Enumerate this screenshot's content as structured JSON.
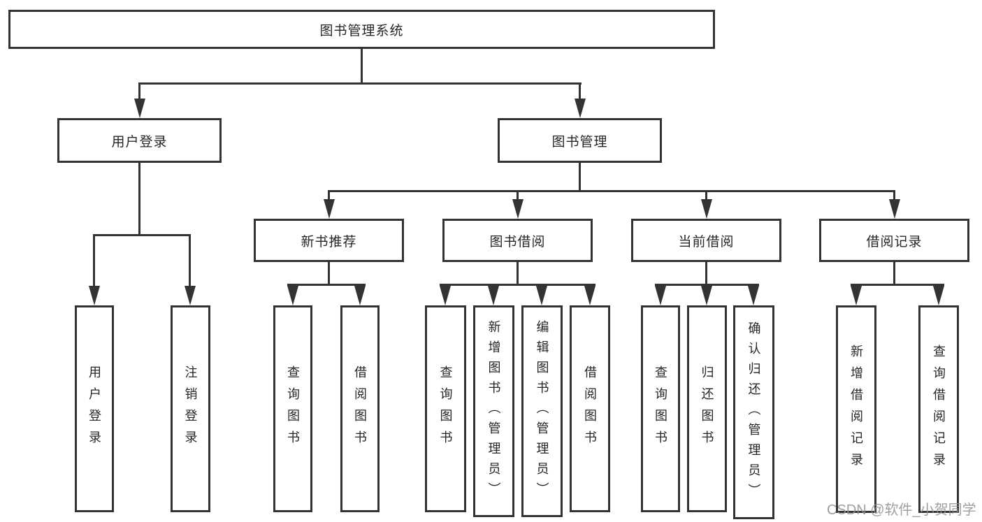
{
  "diagram": {
    "title": "图书管理系统",
    "root": "图书管理系统",
    "branches": [
      {
        "label": "用户登录",
        "children": [
          "用户登录",
          "注销登录"
        ]
      },
      {
        "label": "图书管理",
        "children": [
          {
            "label": "新书推荐",
            "children": [
              "查询图书",
              "借阅图书"
            ]
          },
          {
            "label": "图书借阅",
            "children": [
              "查询图书",
              "新增图书（管理员）",
              "编辑图书（管理员）",
              "借阅图书"
            ]
          },
          {
            "label": "当前借阅",
            "children": [
              "查询图书",
              "归还图书",
              "确认归还（管理员）"
            ]
          },
          {
            "label": "借阅记录",
            "children": [
              "新增借阅记录",
              "查询借阅记录"
            ]
          }
        ]
      }
    ]
  },
  "watermark": "CSDN @软件_小贺同学",
  "colors": {
    "line": "#333333",
    "box_border": "#333333",
    "text": "#262626",
    "background": "#ffffff",
    "watermark": "#8f8f8f"
  }
}
